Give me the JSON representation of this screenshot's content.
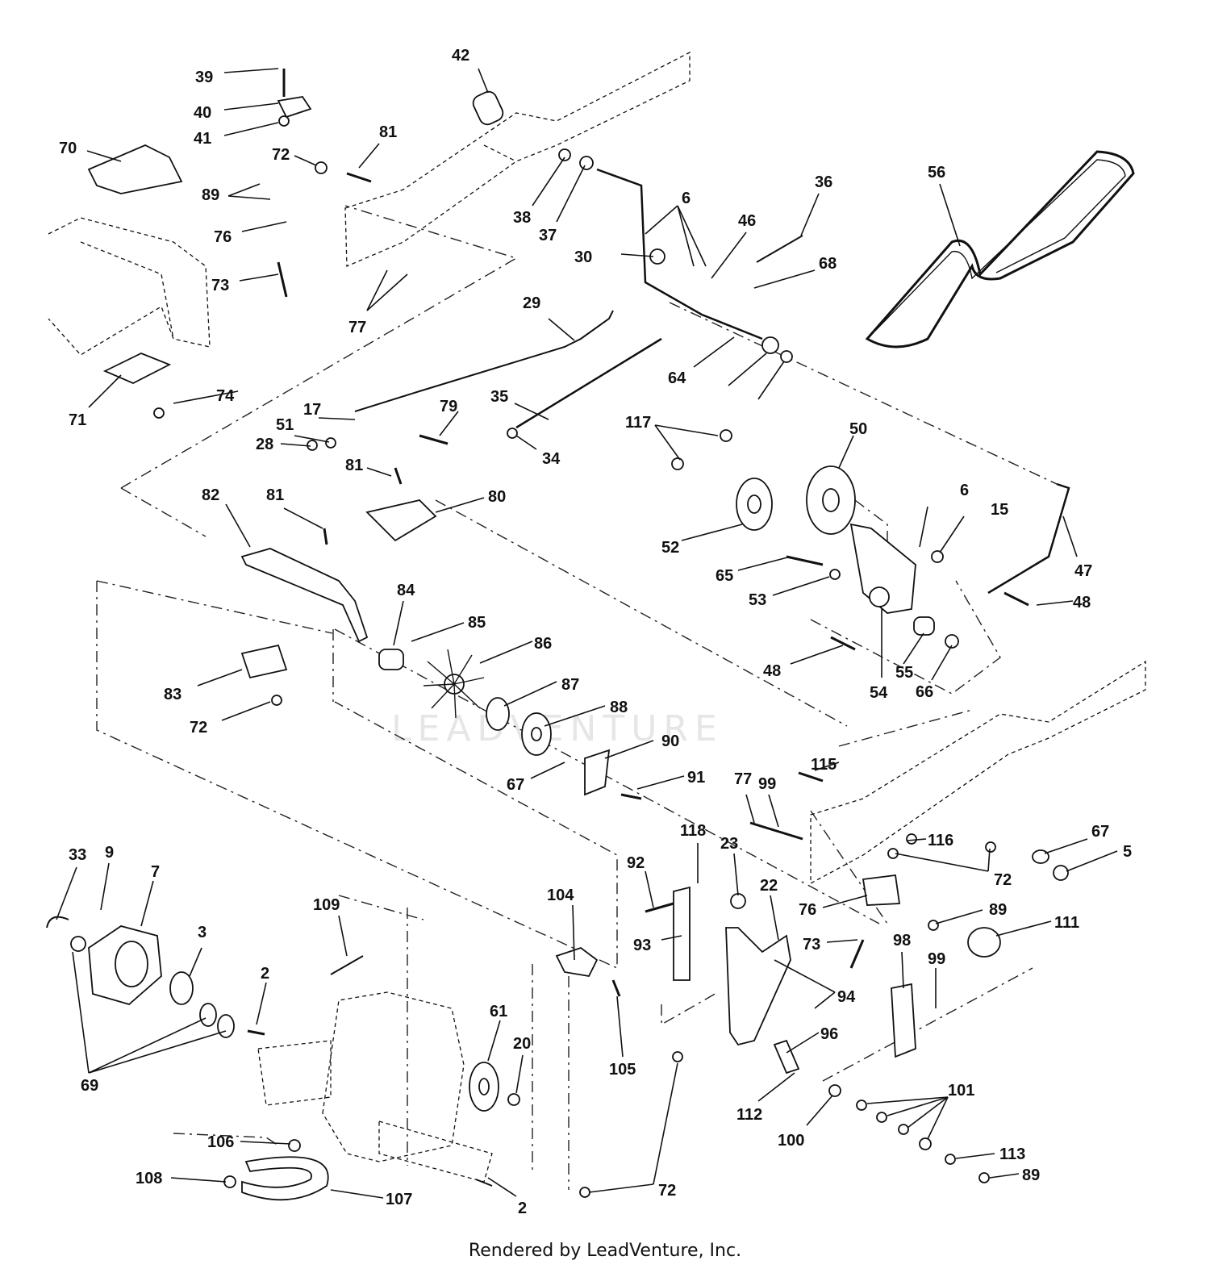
{
  "footer": "Rendered by LeadVenture, Inc.",
  "watermark": "LEADVENTURE",
  "callouts": [
    "39",
    "40",
    "41",
    "42",
    "70",
    "81",
    "72",
    "89",
    "76",
    "73",
    "77",
    "38",
    "37",
    "6",
    "36",
    "46",
    "56",
    "30",
    "68",
    "29",
    "64",
    "71",
    "74",
    "17",
    "51",
    "28",
    "35",
    "79",
    "34",
    "117",
    "50",
    "81",
    "82",
    "81",
    "80",
    "47",
    "6",
    "15",
    "52",
    "65",
    "53",
    "48",
    "48",
    "84",
    "85",
    "86",
    "55",
    "54",
    "66",
    "83",
    "72",
    "87",
    "88",
    "90",
    "67",
    "91",
    "115",
    "77",
    "99",
    "116",
    "67",
    "5",
    "72",
    "92",
    "118",
    "23",
    "22",
    "76",
    "89",
    "111",
    "33",
    "9",
    "7",
    "109",
    "104",
    "93",
    "73",
    "98",
    "99",
    "3",
    "2",
    "94",
    "61",
    "20",
    "96",
    "69",
    "105",
    "112",
    "101",
    "100",
    "106",
    "113",
    "89",
    "108",
    "107",
    "72",
    "2"
  ]
}
